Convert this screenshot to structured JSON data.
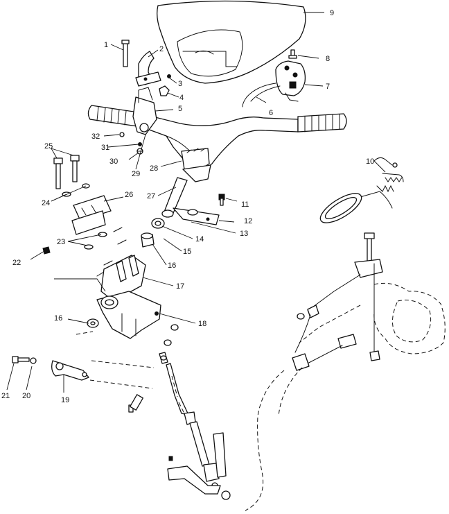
{
  "callouts": [
    "1",
    "2",
    "3",
    "4",
    "5",
    "6",
    "7",
    "8",
    "9",
    "10",
    "11",
    "12",
    "13",
    "14",
    "15",
    "16",
    "16",
    "17",
    "18",
    "19",
    "20",
    "21",
    "22",
    "23",
    "24",
    "25",
    "26",
    "27",
    "28",
    "29",
    "30",
    "31",
    "32"
  ]
}
